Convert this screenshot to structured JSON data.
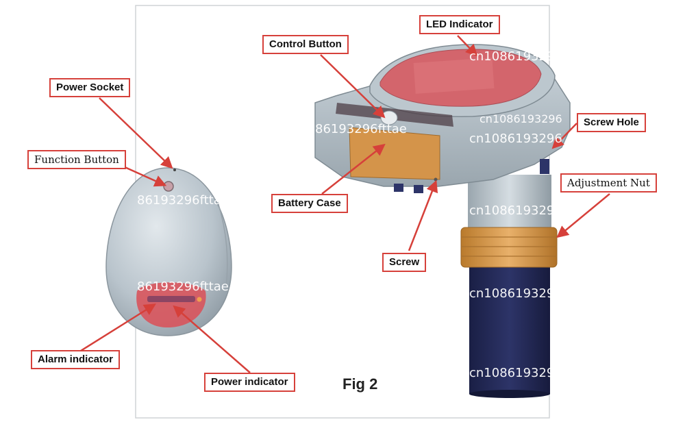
{
  "labels": {
    "power_socket": "Power Socket",
    "function_button": "Function Button",
    "alarm_indicator": "Alarm indicator",
    "power_indicator": "Power indicator",
    "control_button": "Control Button",
    "led_indicator": "LED Indicator",
    "screw_hole": "Screw Hole",
    "adjustment_nut": "Adjustment Nut",
    "battery_case": "Battery Case",
    "screw": "Screw"
  },
  "figure_caption": "Fig 2",
  "watermarks": [
    "86193296fttae",
    "cn1086193296",
    "86193296fttae",
    "cn1086193296",
    "cn1086193296",
    "86193296fttae",
    "cn1086193296",
    "cn1086193296",
    "cn1086193296"
  ],
  "colors": {
    "label_border": "#d6403a",
    "arrow": "#d6403a",
    "body_grey": "#b9c4cc",
    "led_red": "#d8545c",
    "battery_orange": "#d4944a",
    "nut_orange": "#d99a45",
    "tube_navy": "#242a55"
  }
}
